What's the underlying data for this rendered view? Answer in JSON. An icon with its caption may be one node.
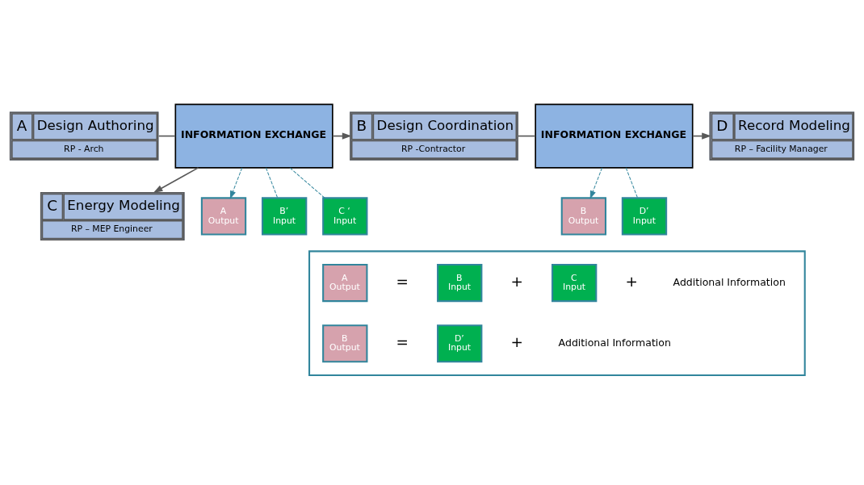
{
  "diagram": {
    "nodes": [
      {
        "text": [
          "A",
          "Design Authoring",
          "RP - Arch"
        ]
      },
      {
        "text": [
          "INFORMATION EXCHANGE"
        ]
      },
      {
        "text": [
          "B",
          "Design Coordination",
          "RP -Contractor"
        ]
      },
      {
        "text": [
          "C",
          "Energy Modeling",
          "RP – MEP Engineer"
        ]
      },
      {
        "text": [
          "INFORMATION EXCHANGE"
        ]
      },
      {
        "text": [
          "D",
          "Record Modeling",
          "RP – Facility Manager"
        ]
      },
      {
        "text": [
          "A",
          "Output"
        ]
      },
      {
        "text": [
          "B",
          "Output"
        ]
      },
      {
        "text": [
          "B’",
          "Input"
        ]
      },
      {
        "text": [
          "C ‘",
          "Input"
        ]
      },
      {
        "text": [
          "D’",
          "Input"
        ]
      },
      {
        "text": [],
        "shape": "box"
      },
      {
        "text": [
          "A",
          "Output"
        ],
        "in": 11
      },
      {
        "text": [
          "B",
          "Input"
        ],
        "in": 11
      },
      {
        "text": [
          "C",
          "Input"
        ],
        "in": 11
      },
      {
        "text": [
          "B",
          "Output"
        ],
        "in": 11
      },
      {
        "text": [
          "D’",
          "Input"
        ],
        "in": 11
      }
    ],
    "edges": [
      {
        "from": 0,
        "to": 1,
        "arrow": "none"
      },
      {
        "from": 1,
        "to": 2,
        "arrow": "to"
      },
      {
        "from": 1,
        "to": 3,
        "arrow": "to"
      },
      {
        "from": 2,
        "to": 4,
        "arrow": "none"
      },
      {
        "from": 4,
        "to": 5,
        "arrow": "to"
      },
      {
        "from": 1,
        "to": 6,
        "arrow": "to",
        "style": "dashed",
        "color": "#31859c"
      },
      {
        "from": 1,
        "to": 9,
        "arrow": "none",
        "style": "dashed",
        "color": "#31859c"
      },
      {
        "from": 1,
        "to": 8,
        "arrow": "none",
        "style": "dashed",
        "color": "#31859c"
      },
      {
        "from": 4,
        "to": 7,
        "arrow": "to",
        "style": "dashed",
        "color": "#31859c"
      },
      {
        "from": 4,
        "to": 10,
        "arrow": "none",
        "style": "dashed",
        "color": "#31859c"
      }
    ],
    "labels": [
      "=",
      "+",
      "+",
      "Additional Information",
      "=",
      "+",
      "Additional Information"
    ]
  }
}
